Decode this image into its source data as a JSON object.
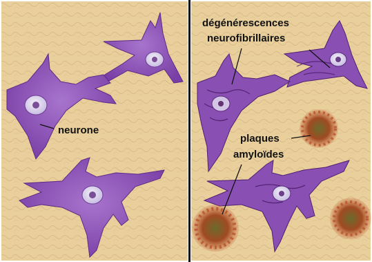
{
  "labels": {
    "neurone": "neurone",
    "degenerescences_line1": "dégénérescences",
    "degenerescences_line2": "neurofibrillaires",
    "plaques_line1": "plaques",
    "plaques_line2": "amyloïdes"
  },
  "colors": {
    "tissue": "#e8cf9c",
    "tissue_texture": "#c9a574",
    "neuron": "#8a4fb3",
    "neuron_light": "#b99ad8",
    "nucleus": "#d9d4ec",
    "plaque": "#9c3e22",
    "plaque_core": "#6a6a2a",
    "divider": "#111111",
    "label": "#111111"
  }
}
